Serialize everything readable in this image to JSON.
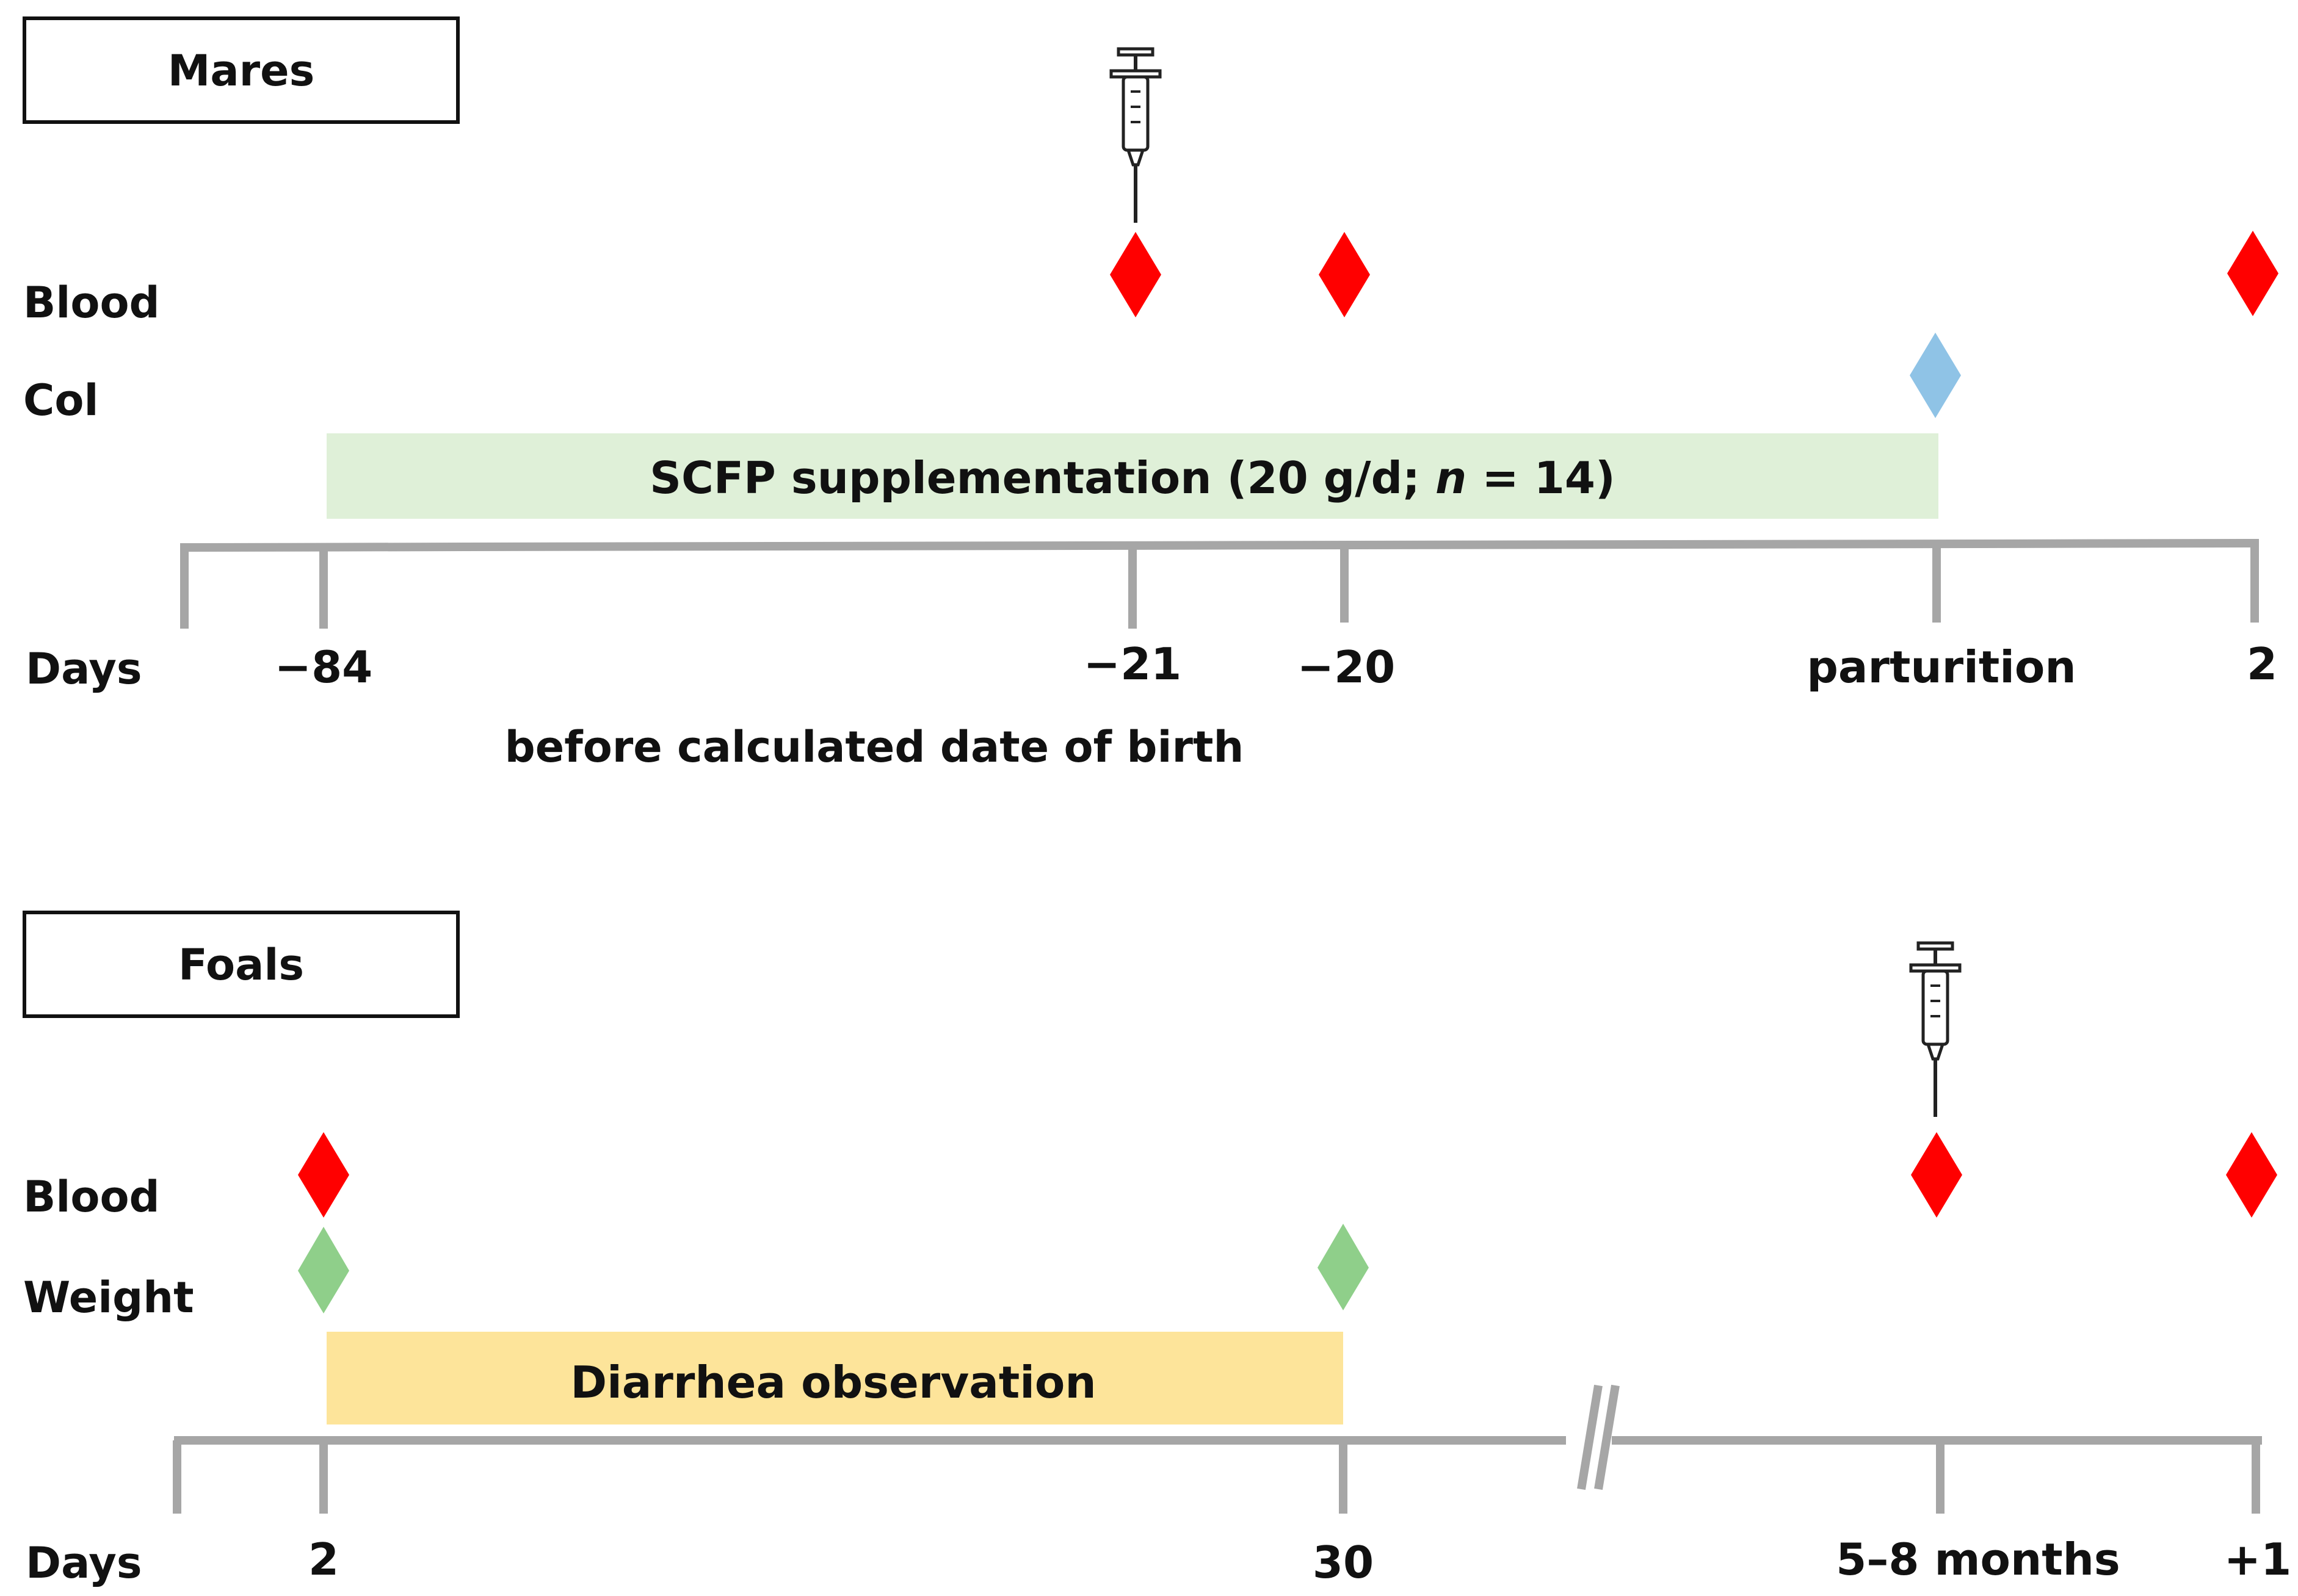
{
  "mares": {
    "title": "Mares",
    "row_blood": "Blood",
    "row_col": "Col",
    "axis_label": "Days",
    "bar_text_before": "SCFP supplementation (20 g/d; ",
    "bar_text_n": "n",
    "bar_text_after": " = 14)",
    "ticks": [
      "−84",
      "−21",
      "−20",
      "parturition",
      "2"
    ],
    "note": "before calculated date of birth"
  },
  "foals": {
    "title": "Foals",
    "row_blood": "Blood",
    "row_weight": "Weight",
    "axis_label": "Days",
    "bar_text": "Diarrhea observation",
    "ticks": [
      "2",
      "30",
      "5–8 months",
      "+1"
    ]
  },
  "colors": {
    "axis": "#a6a6a6",
    "blood_marker": "#ff0000",
    "colostrum_marker": "#8fc3e6",
    "weight_marker": "#8fcf8a",
    "scfp_bar": "#dff0d8",
    "diarrhea_bar": "#fde49a",
    "box_border": "#111111"
  },
  "icons": [
    "syringe-icon",
    "axis-break-icon"
  ]
}
